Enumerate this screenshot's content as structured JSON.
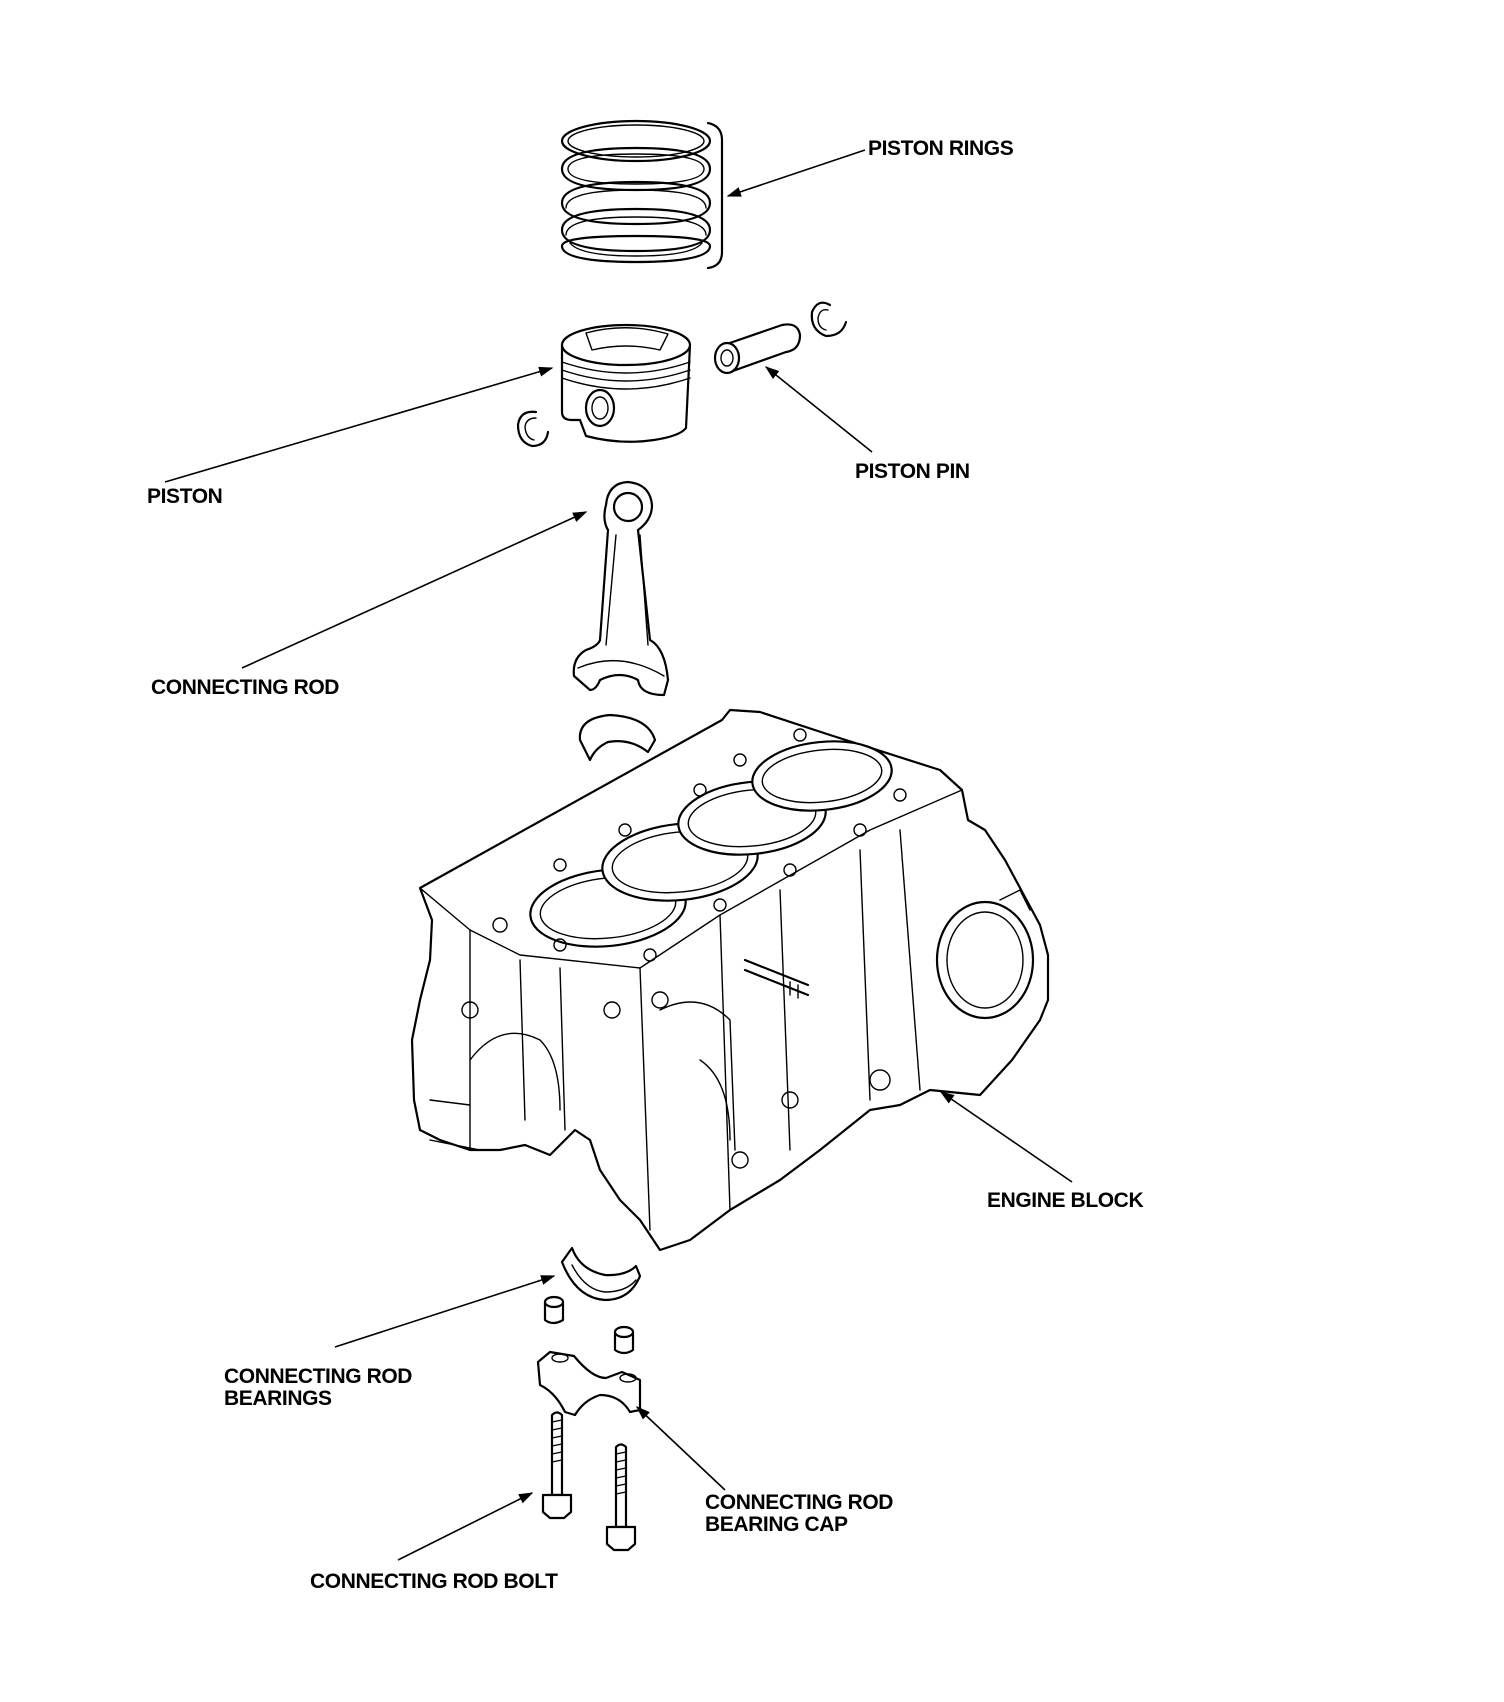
{
  "labels": {
    "piston_rings": "PISTON RINGS",
    "piston": "PISTON",
    "piston_pin": "PISTON PIN",
    "connecting_rod": "CONNECTING ROD",
    "engine_block": "ENGINE BLOCK",
    "rod_bearings_line1": "CONNECTING ROD",
    "rod_bearings_line2": "BEARINGS",
    "bearing_cap_line1": "CONNECTING ROD",
    "bearing_cap_line2": "BEARING CAP",
    "rod_bolt": "CONNECTING ROD BOLT"
  }
}
